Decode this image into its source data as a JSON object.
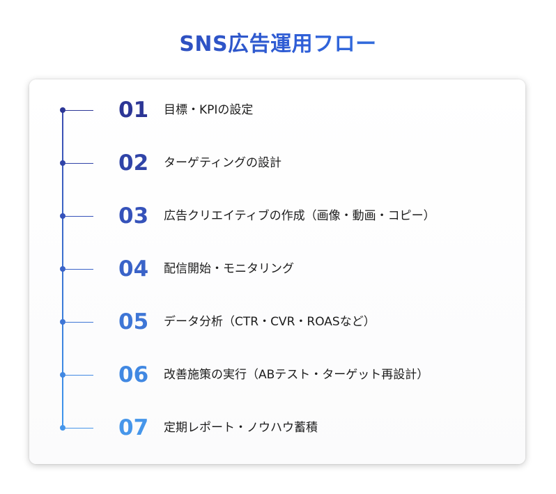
{
  "title": "SNS広告運用フロー",
  "colors": {
    "step_colors": [
      "#2c3696",
      "#3044a8",
      "#3552ba",
      "#3a63c8",
      "#3e76d6",
      "#4188e2",
      "#4696ea"
    ]
  },
  "steps": [
    {
      "num": "01",
      "label": "目標・KPIの設定"
    },
    {
      "num": "02",
      "label": "ターゲティングの設計"
    },
    {
      "num": "03",
      "label": "広告クリエイティブの作成（画像・動画・コピー）"
    },
    {
      "num": "04",
      "label": "配信開始・モニタリング"
    },
    {
      "num": "05",
      "label": "データ分析（CTR・CVR・ROASなど）"
    },
    {
      "num": "06",
      "label": "改善施策の実行（ABテスト・ターゲット再設計）"
    },
    {
      "num": "07",
      "label": "定期レポート・ノウハウ蓄積"
    }
  ]
}
